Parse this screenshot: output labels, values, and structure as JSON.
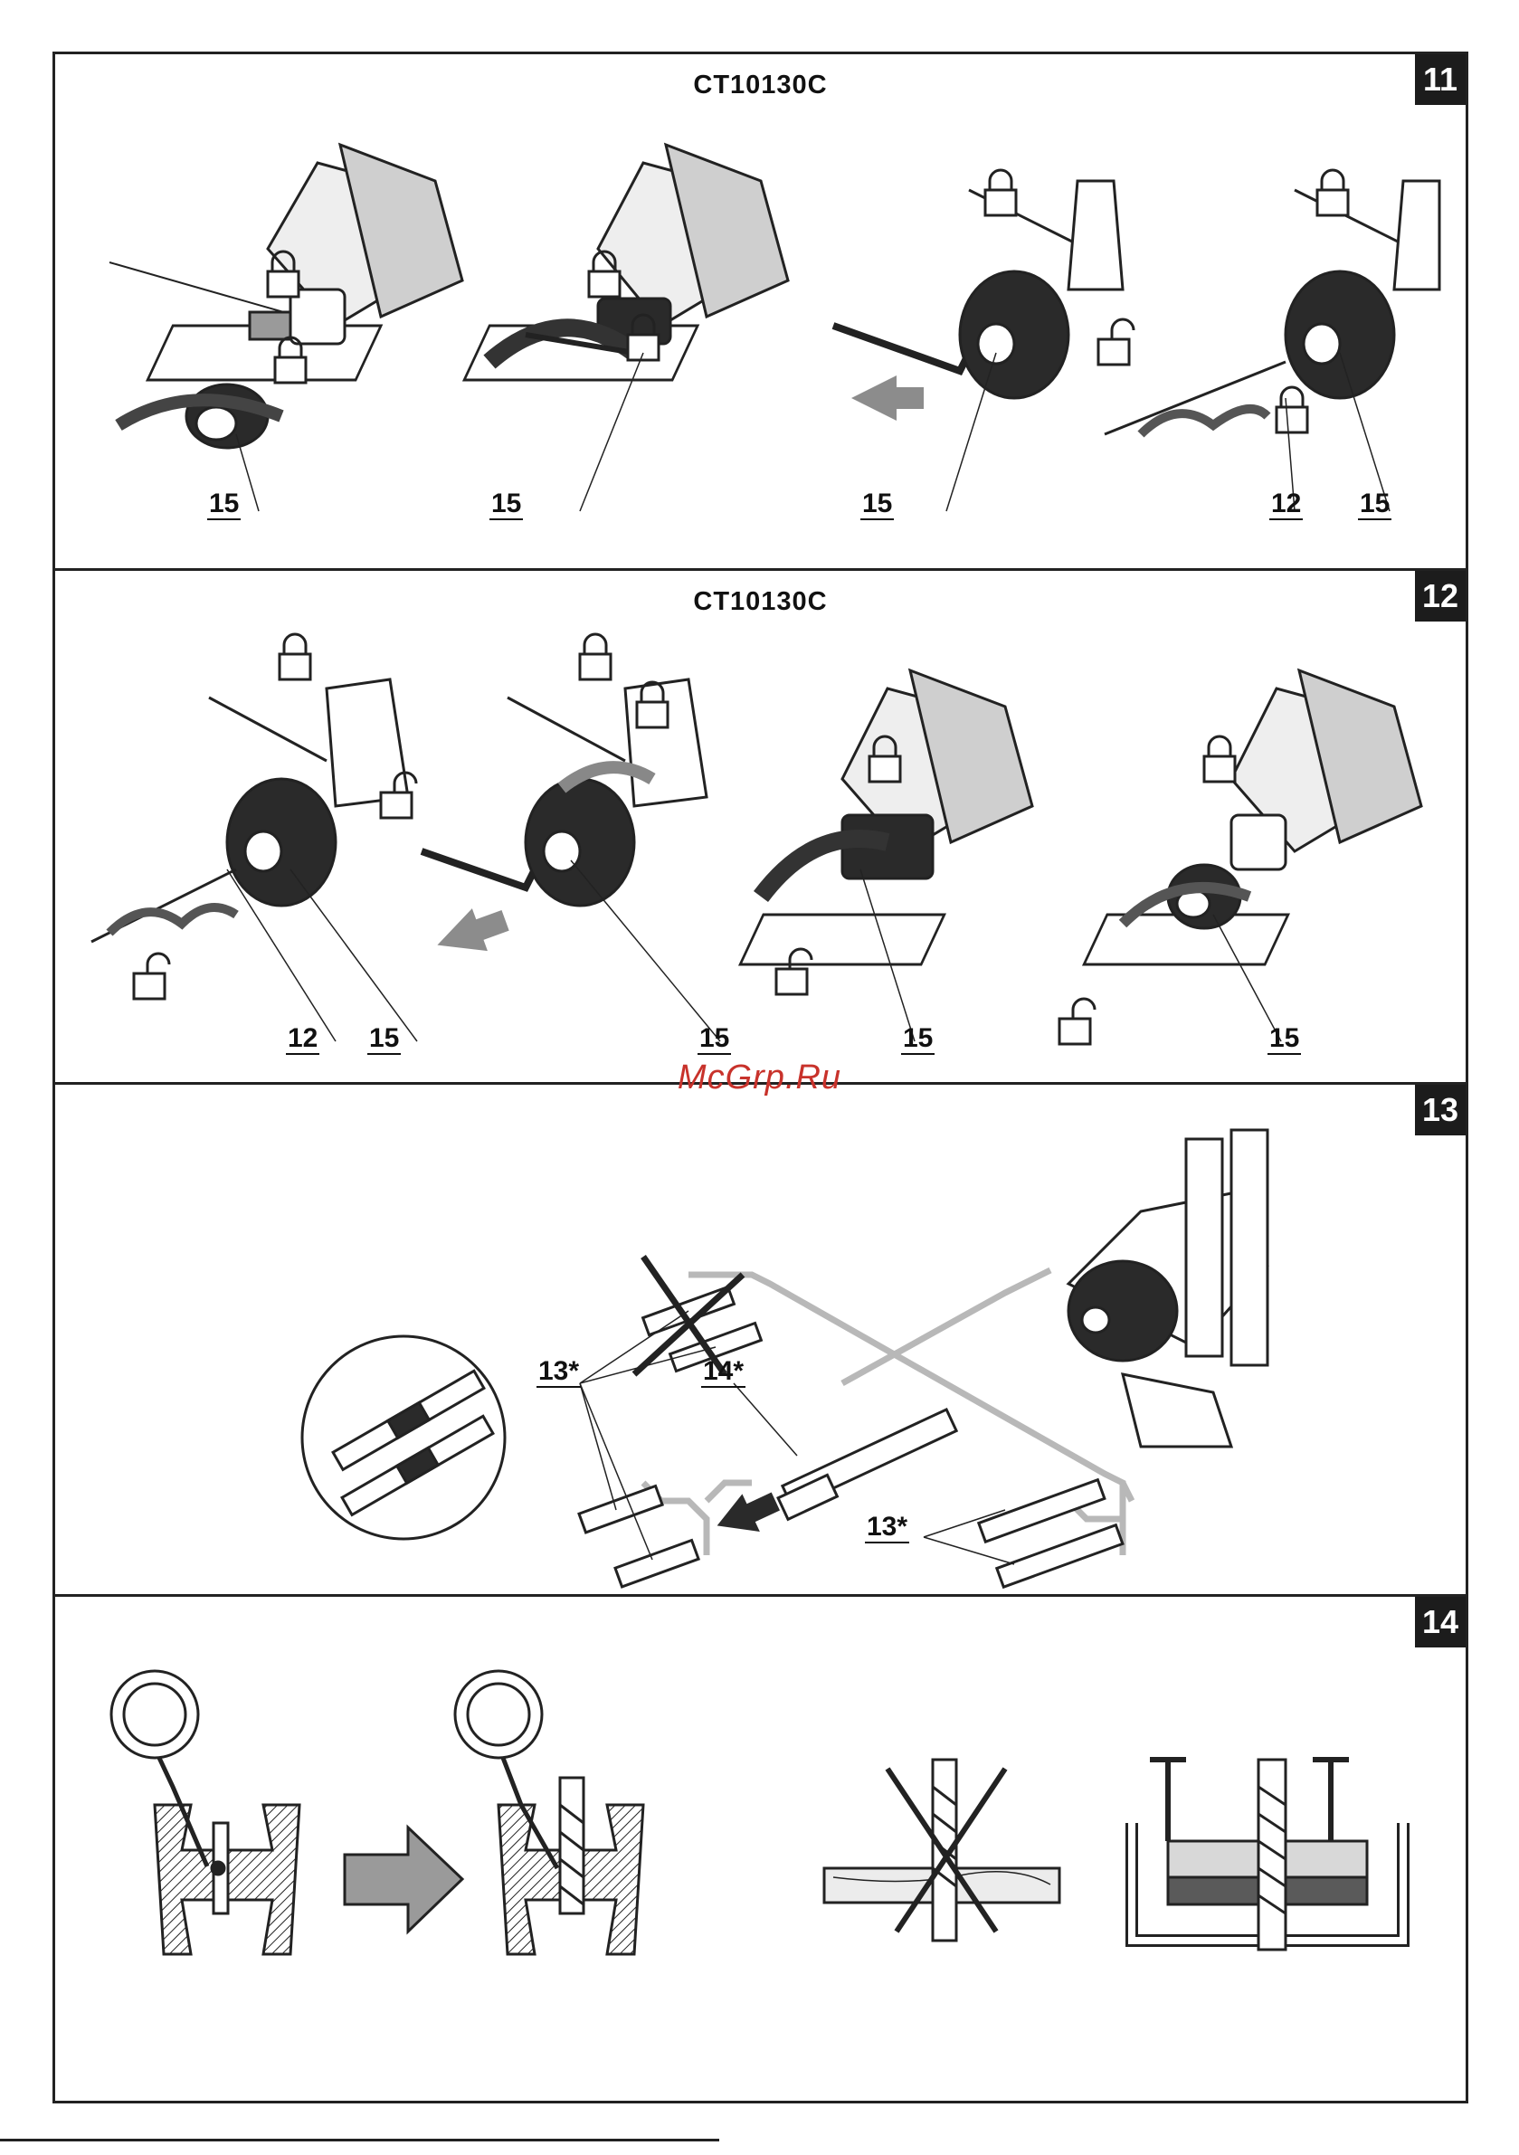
{
  "watermark": "McGrp.Ru",
  "figures": [
    {
      "number": "11",
      "title": "CT10130C",
      "callouts": [
        "15",
        "15",
        "15",
        "12",
        "15"
      ]
    },
    {
      "number": "12",
      "title": "CT10130C",
      "callouts": [
        "12",
        "15",
        "15",
        "15",
        "15"
      ]
    },
    {
      "number": "13",
      "callouts": [
        "13*",
        "14*",
        "13*"
      ]
    },
    {
      "number": "14"
    }
  ],
  "colors": {
    "line": "#222222",
    "fill_light": "#dcdcdc",
    "fill_mid": "#9a9a9a",
    "fill_dark": "#2a2a2a",
    "arrow_gray": "#8c8c8c",
    "watermark": "#c8322b"
  },
  "icons": [
    "drill-icon",
    "padlock-closed-icon",
    "padlock-open-icon",
    "hex-key-icon",
    "screwdriver-bit-icon",
    "magnifier-icon",
    "drill-bit-icon",
    "clamp-icon",
    "arrow-icon"
  ]
}
